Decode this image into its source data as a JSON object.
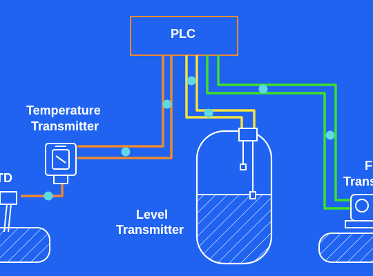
{
  "plc": {
    "label": "PLC"
  },
  "temperature_transmitter": {
    "label_line1": "Temperature",
    "label_line2": "Transmitter"
  },
  "level_transmitter": {
    "label_line1": "Level",
    "label_line2": "Transmitter"
  },
  "rtd": {
    "label": "TD"
  },
  "flow_transmitter": {
    "label_line1": "F",
    "label_line2": "Trans"
  },
  "colors": {
    "background": "#1f63f0",
    "orange_wire": "#f08a2e",
    "yellow_wire": "#f6e23c",
    "green_wire": "#3fe02a",
    "junction": "#5fd8e6",
    "plc_border": "#f08a2e",
    "outline": "#ffffff"
  }
}
